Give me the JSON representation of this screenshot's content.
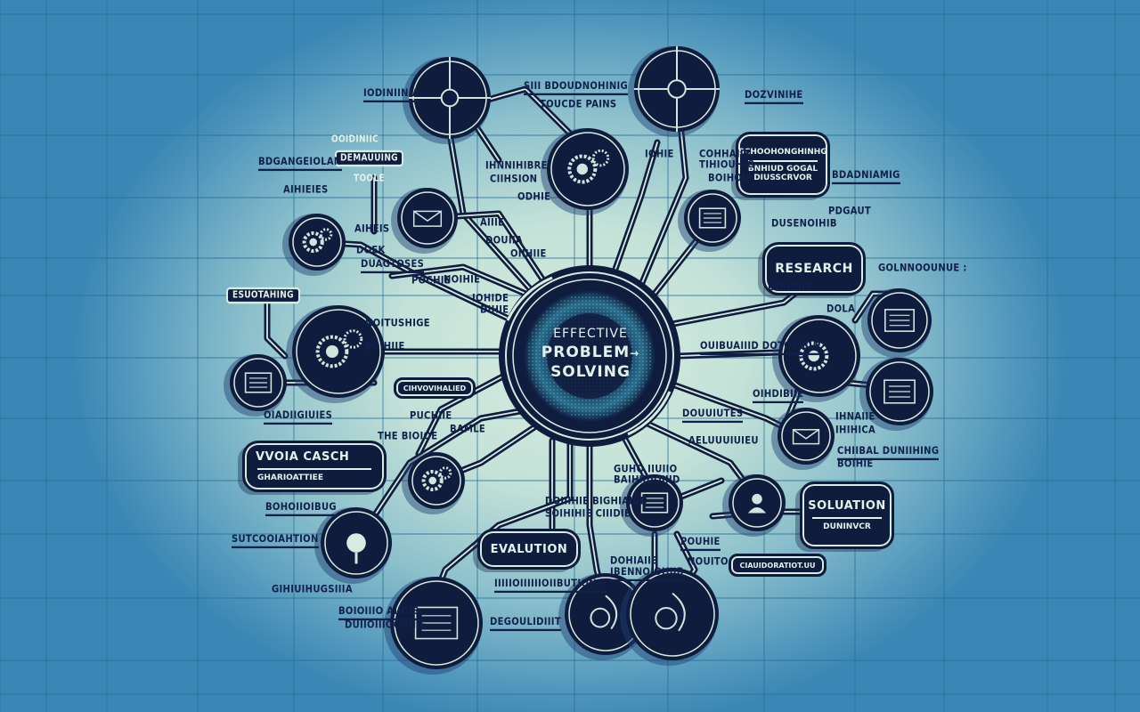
{
  "title": {
    "line1": "EFFECTIVE",
    "line2": "PROBLEM",
    "line3": "SOLVING",
    "arrow": "→"
  },
  "colors": {
    "ink": "#0f1c3e",
    "paper": "#d6ece0",
    "edge_blue": "#3a86b4",
    "grid": "#2a6f99",
    "node_text": "#e4f1ea"
  },
  "boxes": {
    "research": {
      "label": "RESEARCH"
    },
    "solution": {
      "label": "SOLUATION",
      "sub": "DUNINVCR"
    },
    "evaluation": {
      "label": "EVALUTION"
    },
    "vvoia": {
      "label": "VVOIA CASCH",
      "sub": "GHARIOATTIEE"
    },
    "top_right": {
      "label": "SCHOOHONGHINHG",
      "sub1": "BNHIUD GOGAL",
      "sub2": "DIUSSCRVOR"
    },
    "left_ring": {
      "label": "ESUOTAHING"
    },
    "top_left_ring": {
      "top": "OOIDINIIC",
      "label": "DEMAUUING",
      "bottom": "TOOLE"
    },
    "pill_mid_left": {
      "label": "CIHVOVIHALIED"
    },
    "pill_bottom_right": {
      "label": "CIAUIDORATIOT.UU"
    }
  },
  "labels": [
    {
      "id": "l1",
      "text": "IODINIINIA"
    },
    {
      "id": "l2",
      "text": "SIII BDOUDNOHINIG"
    },
    {
      "id": "l3",
      "text": "TOUCDE PAINS"
    },
    {
      "id": "l4",
      "text": "DOZVINIHE"
    },
    {
      "id": "l5",
      "text": "BDGANGEIOLAN"
    },
    {
      "id": "l6",
      "text": "AIHIEIES"
    },
    {
      "id": "l7",
      "text": "AIHEIS"
    },
    {
      "id": "l8",
      "text": "DOEK"
    },
    {
      "id": "l9",
      "text": "DUAGTOSES"
    },
    {
      "id": "l10",
      "text": "IHNNIHIBRE"
    },
    {
      "id": "l11",
      "text": "CIIHSION"
    },
    {
      "id": "l12",
      "text": "ODHIE"
    },
    {
      "id": "l13",
      "text": "IOHIE"
    },
    {
      "id": "l14",
      "text": "COHHAIIE"
    },
    {
      "id": "l15",
      "text": "TIHIOUHIG"
    },
    {
      "id": "l16",
      "text": "BOIHOIE"
    },
    {
      "id": "l17",
      "text": "BDADNIAMIG"
    },
    {
      "id": "l18",
      "text": "PDGAUT"
    },
    {
      "id": "l19",
      "text": "DUSENOIHIB"
    },
    {
      "id": "l20",
      "text": "GOLNNOOUNUE :"
    },
    {
      "id": "l21",
      "text": "DOLA"
    },
    {
      "id": "l22",
      "text": "OUIBUAIIID DOTOTIBLE"
    },
    {
      "id": "l23",
      "text": "OIHDIBIIE"
    },
    {
      "id": "l24",
      "text": "DOUUIUTES"
    },
    {
      "id": "l25",
      "text": "AELUUUIUIEU"
    },
    {
      "id": "l26",
      "text": "IHNAIIE"
    },
    {
      "id": "l27",
      "text": "IHIHICA"
    },
    {
      "id": "l28",
      "text": "CHIIBAL DUNIIHING"
    },
    {
      "id": "l29",
      "text": "BOIHIE"
    },
    {
      "id": "l30",
      "text": "DOIIOIIE"
    },
    {
      "id": "l31",
      "text": "POCHIE"
    },
    {
      "id": "l32",
      "text": "NOITUSHIGE"
    },
    {
      "id": "l33",
      "text": "OIADIIGIUIES"
    },
    {
      "id": "l34",
      "text": "PUCHIIE"
    },
    {
      "id": "l35",
      "text": "THE BIOIOE"
    },
    {
      "id": "l36",
      "text": "BAMLE"
    },
    {
      "id": "l37",
      "text": "BOHOIIOIBUG"
    },
    {
      "id": "l38",
      "text": "SUTCOOIAHTION"
    },
    {
      "id": "l39",
      "text": "GIHIUIHUGSIIIA"
    },
    {
      "id": "l40",
      "text": "BOIOIIIO AIIOIS"
    },
    {
      "id": "l41",
      "text": "DUIIOIIIOOIOIIE"
    },
    {
      "id": "l42",
      "text": "DEGOULIDIIIT"
    },
    {
      "id": "l43",
      "text": "DOIIIHIE BIGHIAIUD"
    },
    {
      "id": "l44",
      "text": "SOIHIHIE CIIIDIE"
    },
    {
      "id": "l45",
      "text": "GUHO IIUIIO"
    },
    {
      "id": "l46",
      "text": "BAIHIIUOIIID"
    },
    {
      "id": "l47",
      "text": "POUHIE"
    },
    {
      "id": "l48",
      "text": "NOUITO"
    },
    {
      "id": "l49",
      "text": "DOHIAIIE"
    },
    {
      "id": "l50",
      "text": "IBENNOIOHIIB"
    },
    {
      "id": "l51",
      "text": "AIIIE"
    },
    {
      "id": "l52",
      "text": "DOUIIA"
    },
    {
      "id": "l53",
      "text": "OIIHIIE"
    },
    {
      "id": "l54",
      "text": "NOIHIE"
    },
    {
      "id": "l55",
      "text": "IOHIDE"
    },
    {
      "id": "l56",
      "text": "DIHIE"
    },
    {
      "id": "l57",
      "text": "BOIHIIE"
    },
    {
      "id": "l58",
      "text": "IIIIIOIIIIIIOIIBUTIONIE"
    }
  ],
  "icon_nodes": [
    {
      "id": "crosshair-top",
      "icon": "crosshair-icon"
    },
    {
      "id": "crosshair-top-right",
      "icon": "crosshair-icon"
    },
    {
      "id": "gears-top",
      "icon": "gears-icon"
    },
    {
      "id": "laptop",
      "icon": "laptop-icon"
    },
    {
      "id": "gears-upper-left",
      "icon": "gears-icon"
    },
    {
      "id": "mail-gears",
      "icon": "mail-icon"
    },
    {
      "id": "gears-left",
      "icon": "gears-icon"
    },
    {
      "id": "document-left",
      "icon": "document-icon"
    },
    {
      "id": "gear-right",
      "icon": "gear-icon"
    },
    {
      "id": "document-right-top",
      "icon": "document-icon"
    },
    {
      "id": "document-right-mid",
      "icon": "document-icon"
    },
    {
      "id": "edit-right",
      "icon": "edit-icon"
    },
    {
      "id": "gears-lower-left",
      "icon": "gears-icon"
    },
    {
      "id": "magnifier",
      "icon": "magnifier-icon"
    },
    {
      "id": "dashboard",
      "icon": "dashboard-icon"
    },
    {
      "id": "chart-screen",
      "icon": "chart-icon"
    },
    {
      "id": "person",
      "icon": "person-icon"
    },
    {
      "id": "sketch",
      "icon": "sketch-icon"
    },
    {
      "id": "leaves",
      "icon": "leaves-icon"
    }
  ]
}
